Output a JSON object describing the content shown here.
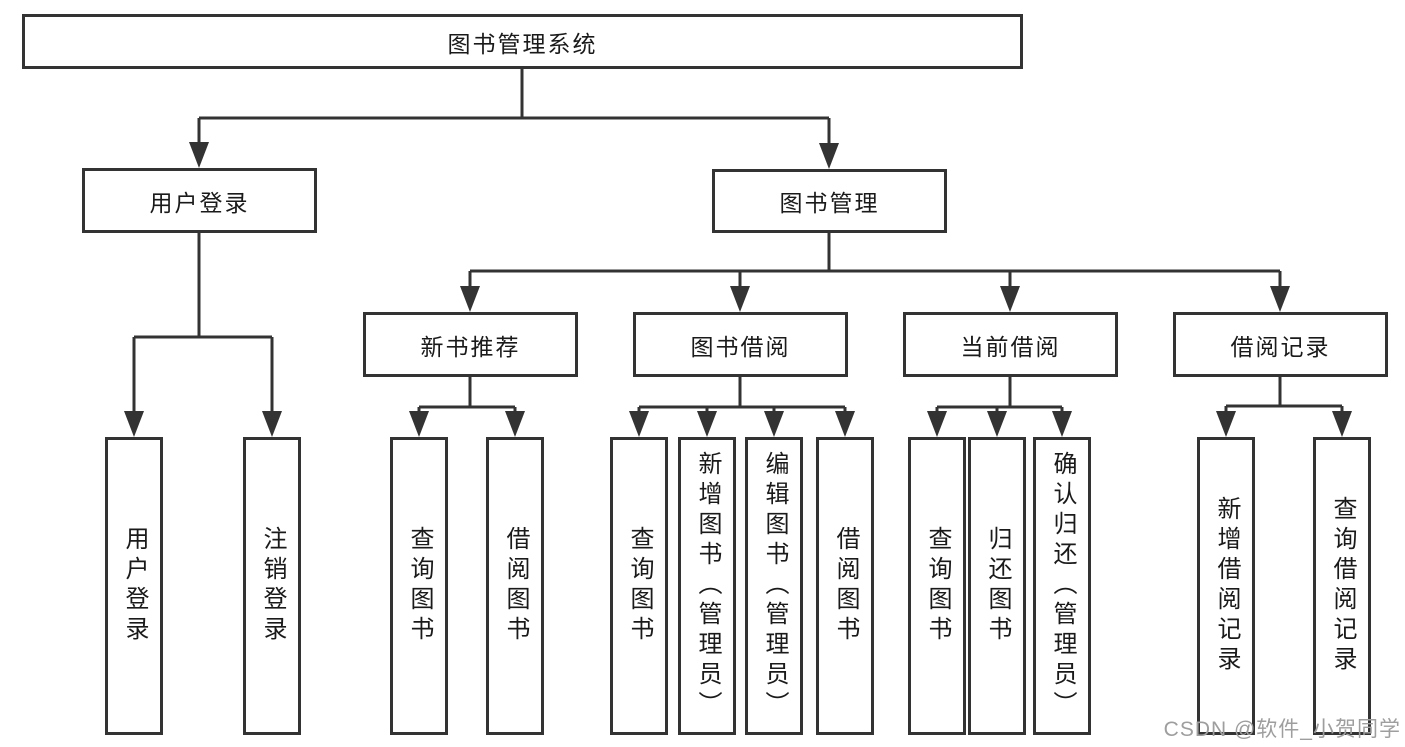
{
  "diagram": {
    "root": "图书管理系统",
    "branches": [
      {
        "label": "用户登录",
        "children": [
          "用户登录",
          "注销登录"
        ]
      },
      {
        "label": "图书管理",
        "groups": [
          {
            "label": "新书推荐",
            "children": [
              "查询图书",
              "借阅图书"
            ]
          },
          {
            "label": "图书借阅",
            "children": [
              "查询图书",
              "新增图书（管理员）",
              "编辑图书（管理员）",
              "借阅图书"
            ]
          },
          {
            "label": "当前借阅",
            "children": [
              "查询图书",
              "归还图书",
              "确认归还（管理员）"
            ]
          },
          {
            "label": "借阅记录",
            "children": [
              "新增借阅记录",
              "查询借阅记录"
            ]
          }
        ]
      }
    ]
  },
  "watermark": "CSDN @软件_小贺同学",
  "colors": {
    "line": "#333333",
    "text": "#1a1a1a",
    "watermark": "#9e9e9e",
    "bg": "#ffffff"
  }
}
